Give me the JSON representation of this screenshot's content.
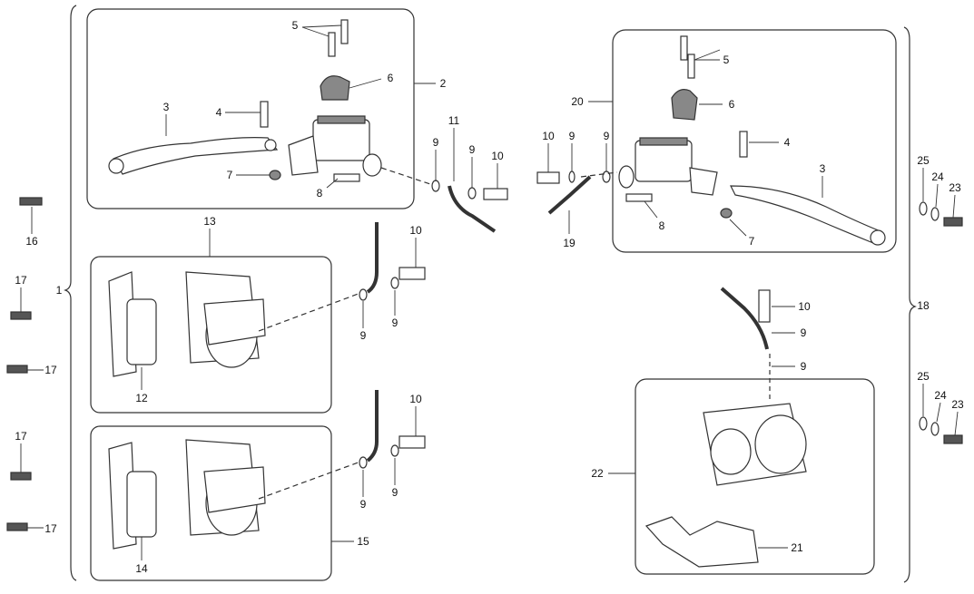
{
  "labels": {
    "l1": "1",
    "l2": "2",
    "l3a": "3",
    "l3b": "3",
    "l4a": "4",
    "l4b": "4",
    "l5a": "5",
    "l5b": "5",
    "l6a": "6",
    "l6b": "6",
    "l7a": "7",
    "l7b": "7",
    "l8a": "8",
    "l8b": "8",
    "l9": [
      "9",
      "9",
      "9",
      "9",
      "9",
      "9",
      "9",
      "9",
      "9",
      "9"
    ],
    "l10": [
      "10",
      "10",
      "10",
      "10",
      "10"
    ],
    "l11": "11",
    "l12": "12",
    "l13": "13",
    "l14": "14",
    "l15": "15",
    "l16": "16",
    "l17": [
      "17",
      "17",
      "17",
      "17"
    ],
    "l18": "18",
    "l19": "19",
    "l20": "20",
    "l21": "21",
    "l22": "22",
    "l23": [
      "23",
      "23"
    ],
    "l24": [
      "24",
      "24"
    ],
    "l25": [
      "25",
      "25"
    ]
  },
  "colors": {
    "line": "#333333",
    "part_fill": "#ffffff",
    "part_shade": "#8a8a8a"
  }
}
